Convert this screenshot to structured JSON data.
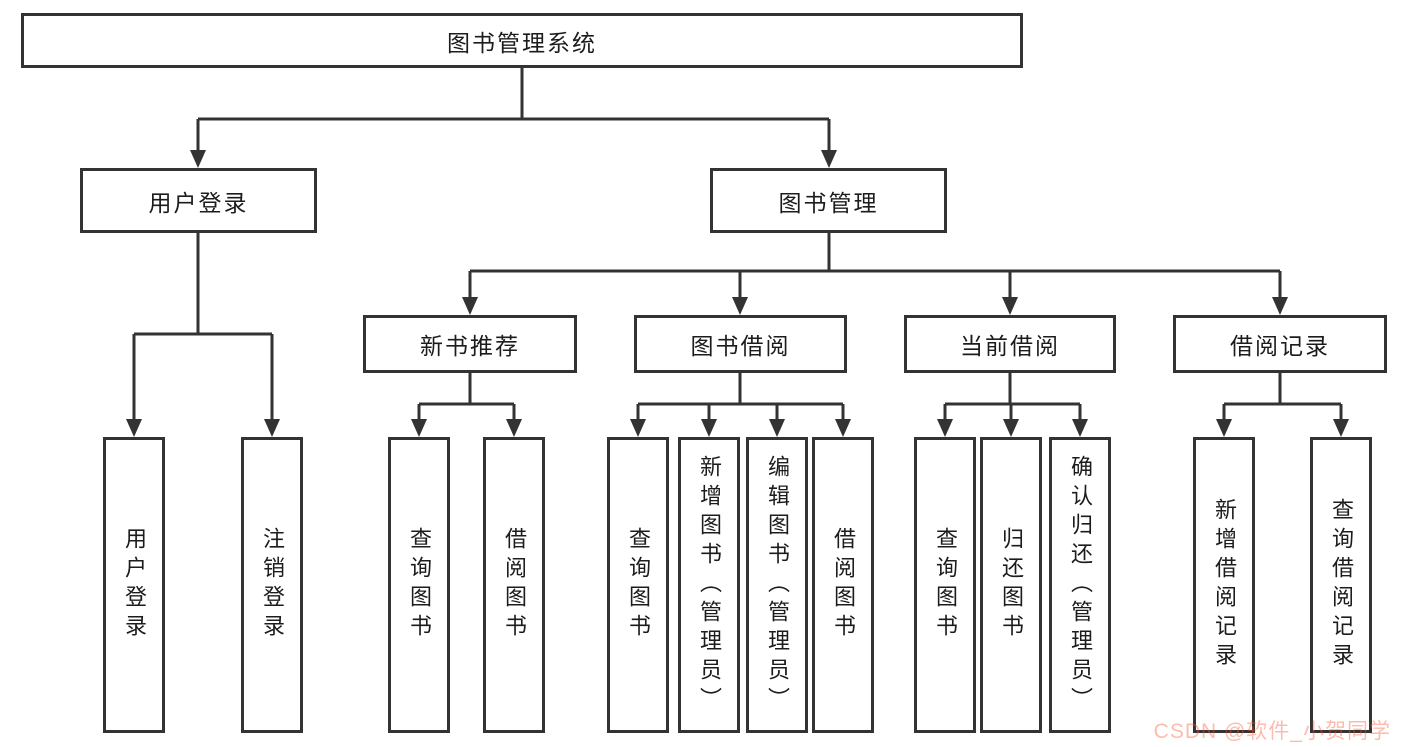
{
  "diagram": {
    "root": {
      "label": "图书管理系统"
    },
    "branches": [
      {
        "label": "用户登录",
        "leaves": [
          "用户登录",
          "注销登录"
        ]
      },
      {
        "label": "图书管理",
        "sections": [
          {
            "label": "新书推荐",
            "leaves": [
              "查询图书",
              "借阅图书"
            ]
          },
          {
            "label": "图书借阅",
            "leaves": [
              "查询图书",
              "新增图书（管理员）",
              "编辑图书（管理员）",
              "借阅图书"
            ]
          },
          {
            "label": "当前借阅",
            "leaves": [
              "查询图书",
              "归还图书",
              "确认归还（管理员）"
            ]
          },
          {
            "label": "借阅记录",
            "leaves": [
              "新增借阅记录",
              "查询借阅记录"
            ]
          }
        ]
      }
    ]
  },
  "watermark": {
    "text": "CSDN @软件_小贺同学",
    "color": "#fc5531"
  },
  "colors": {
    "line": "#333333",
    "box_border": "#333333",
    "box_background": "#ffffff",
    "text": "#1c1c1c",
    "background": "#ffffff"
  }
}
